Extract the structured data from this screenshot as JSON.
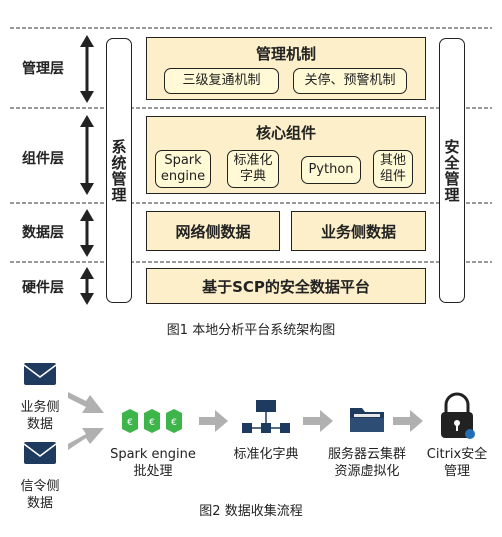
{
  "figure1": {
    "layers": [
      "管理层",
      "组件层",
      "数据层",
      "硬件层"
    ],
    "left_bar": "系统管理",
    "right_bar": "安全管理",
    "management": {
      "title": "管理机制",
      "items": [
        "三级复通机制",
        "关停、预警机制"
      ]
    },
    "components": {
      "title": "核心组件",
      "items": [
        "Spark\nengine",
        "标准化\n字典",
        "Python",
        "其他\n组件"
      ]
    },
    "data": {
      "items": [
        "网络侧数据",
        "业务侧数据"
      ]
    },
    "hardware": {
      "title": "基于SCP的安全数据平台"
    },
    "caption": "图1  本地分析平台系统架构图"
  },
  "figure2": {
    "sources": [
      "业务侧\n数据",
      "信令侧\n数据"
    ],
    "steps": [
      "Spark engine\n批处理",
      "标准化字典",
      "服务器云集群\n资源虚拟化",
      "Citrix安全\n管理"
    ],
    "caption": "图2  数据收集流程",
    "icons": [
      "envelope-icon",
      "envelope-icon",
      "spark-cubes-icon",
      "hierarchy-icon",
      "folder-icon",
      "padlock-icon"
    ]
  },
  "colors": {
    "box_fill": "#fcefc9",
    "inner_fill": "#fff9d6",
    "arrow_gray": "#b0b0b0",
    "icon_blue": "#1f3a5f",
    "icon_green": "#3db54a"
  }
}
